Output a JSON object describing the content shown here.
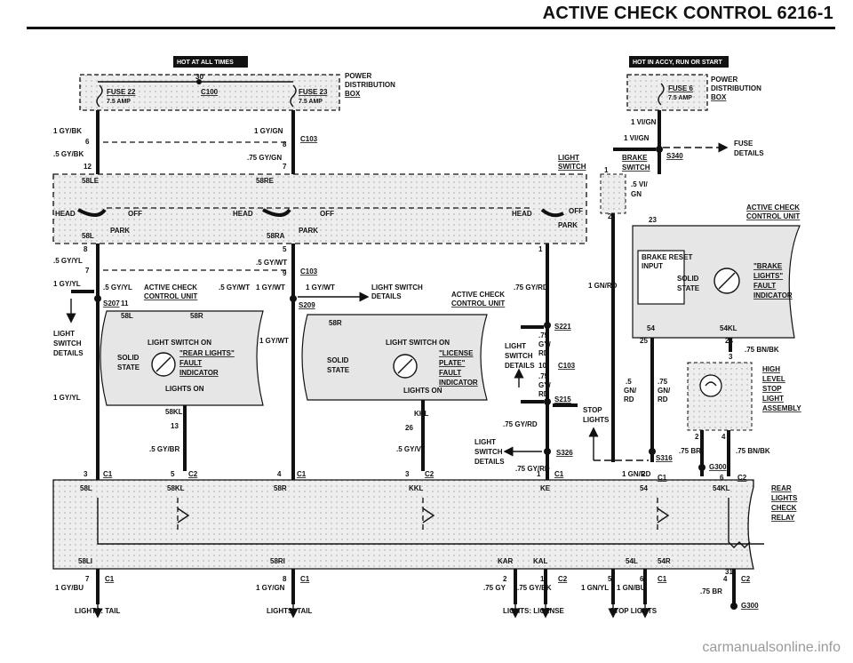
{
  "header": {
    "title": "ACTIVE CHECK CONTROL   6216-1"
  },
  "watermark": "carmanualsonline.info",
  "tags": {
    "hot_all": "HOT AT ALL TIMES",
    "hot_accy": "HOT IN ACCY, RUN OR START"
  },
  "fusebox_left": {
    "pin30": "30",
    "fuse22": "FUSE 22",
    "fuse22_rating": "7.5 AMP",
    "c100": "C100",
    "fuse23": "FUSE 23",
    "fuse23_rating": "7.5 AMP",
    "pdb1": "POWER",
    "pdb2": "DISTRIBUTION",
    "pdb3": "BOX"
  },
  "fusebox_right": {
    "fuse6": "FUSE 6",
    "fuse6_rating": "7.5 AMP",
    "pdb1": "POWER",
    "pdb2": "DISTRIBUTION",
    "pdb3": "BOX"
  },
  "wires": {
    "w1": "1 GY/BK",
    "w2": ".5 GY/BK",
    "w3": "1 GY/GN",
    "w4": ".75 GY/GN",
    "w5": ".5 GY/YL",
    "w6": "1 GY/YL",
    "w7": ".5 GY/YL",
    "w8": ".5 GY/WT",
    "w9": "1 GY/WT",
    "w10": "1 GY/WT",
    "w11": "1 GY/WT",
    "w12": "1 GY/YL",
    "w13": ".5 GY/BR",
    "w14": ".5 GY/VI",
    "w15": ".75 GY/RD",
    "w16": ".75 GY/RD",
    "w17": ".75 GY/RD",
    "w18": "1 VI/GN",
    "w19": "1 VI/GN",
    "w20": ".5 VI/",
    "w21": "GN",
    "w22": "1 GN/RD",
    "w23": "1 GN/RD",
    "w24": ".75 BN/BK",
    "w25": ".75 BN/BK",
    "w26": ".75 BR",
    "w27": ".75 BR",
    "w28": "1 GY/BU",
    "w29": "1 GY/GN",
    "w30": ".75 GY",
    "w31": ".75 GY/BK",
    "w32": "1 GN/YL",
    "w33": "1 GN/BU"
  },
  "pins": {
    "p6": "6",
    "p8": "8",
    "p12": "12",
    "p7": "7",
    "p8b": "8",
    "p5": "5",
    "p7b": "7",
    "p9": "9",
    "p11": "11",
    "p13": "13",
    "p26": "26",
    "p3": "3",
    "p5b": "5",
    "p4": "4",
    "p3b": "3",
    "p1": "1",
    "p2": "2",
    "p23": "23",
    "p25": "25",
    "p24": "24",
    "p3c": "3",
    "p2b": "2",
    "p4b": "4",
    "p6b": "6",
    "p7c": "7",
    "p8c": "8",
    "p2c": "2",
    "p1b": "1",
    "p5c": "5",
    "p6c": "6",
    "p4c": "4",
    "p31": "31",
    "p1c": "1",
    "p2d": "2",
    "p10": "10",
    "p1d": "1"
  },
  "connectors": {
    "c103a": "C103",
    "c103b": "C103",
    "c103c": "C103",
    "s207": "S207",
    "s209": "S209",
    "s221": "S221",
    "s215": "S215",
    "s326": "S326",
    "s316": "S316",
    "s340": "S340",
    "c1a": "C1",
    "c2a": "C2",
    "c1b": "C1",
    "c2b": "C2",
    "c1c": "C1",
    "c1d": "C1",
    "c2c": "C2",
    "c1e": "C1",
    "c1f": "C1",
    "c2d": "C2",
    "c2e": "C2",
    "c1g": "C1",
    "c2f": "C2",
    "g300a": "G300",
    "g300b": "G300"
  },
  "switch": {
    "t58le": "58LE",
    "t58re": "58RE",
    "head_l": "HEAD",
    "off_l": "OFF",
    "head_m": "HEAD",
    "off_m": "OFF",
    "head_r": "HEAD",
    "off_r": "OFF",
    "park_l": "PARK",
    "park_m": "PARK",
    "park_r": "PARK",
    "t58l": "58L",
    "t58ra": "58RA",
    "name1": "LIGHT",
    "name2": "SWITCH"
  },
  "left_module": {
    "acu1": "ACTIVE CHECK",
    "acu2": "CONTROL UNIT",
    "t58l": "58L",
    "t58r": "58R",
    "lson": "LIGHT SWITCH ON",
    "solid": "SOLID",
    "state": "STATE",
    "q1": "\"REAR LIGHTS\"",
    "q2": "FAULT",
    "q3": "INDICATOR",
    "lights_on": "LIGHTS ON",
    "t58kl": "58KL"
  },
  "mid_module": {
    "lsd1": "LIGHT SWITCH",
    "lsd2": "DETAILS",
    "acu1": "ACTIVE CHECK",
    "acu2": "CONTROL UNIT",
    "t58r": "58R",
    "lson": "LIGHT SWITCH ON",
    "solid": "SOLID",
    "state": "STATE",
    "q1": "\"LICENSE",
    "q2": "PLATE\"",
    "q3": "FAULT",
    "q4": "INDICATOR",
    "lights_on": "LIGHTS ON",
    "tkkl": "KKL"
  },
  "side_labels": {
    "lsd1": "LIGHT",
    "lsd2": "SWITCH",
    "lsd3": "DETAILS",
    "ls_mid1": "LIGHT",
    "ls_mid2": "SWITCH",
    "ls_mid3": "DETAILS",
    "ls_r1": "LIGHT",
    "ls_r2": "SWITCH",
    "ls_r3": "DETAILS",
    "gy": "GY/",
    "rd": "RD",
    "gy2": "GY/",
    "rd2": "RD",
    "v75a": ".75",
    "v75b": ".75",
    "stop1": "STOP",
    "stop2": "LIGHTS",
    "fuse_d1": "FUSE",
    "fuse_d2": "DETAILS",
    "brake1": "BRAKE",
    "brake2": "SWITCH",
    "acu_r1": "ACTIVE CHECK",
    "acu_r2": "CONTROL UNIT",
    "brake_reset1": "BRAKE RESET",
    "brake_reset2": "INPUT",
    "solid": "SOLID",
    "state": "STATE",
    "bl1": "\"BRAKE",
    "bl2": "LIGHTS\"",
    "bl3": "FAULT",
    "bl4": "INDICATOR",
    "t54": "54",
    "t54kl": "54KL",
    "g5": ".5",
    "gn": "GN/",
    "rd_r": "RD",
    "g75": ".75",
    "gn2": "GN/",
    "rd_r2": "RD",
    "hl1": "HIGH",
    "hl2": "LEVEL",
    "hl3": "STOP",
    "hl4": "LIGHT",
    "hl5": "ASSEMBLY",
    "rr1": "REAR",
    "rr2": "LIGHTS",
    "rr3": "CHECK",
    "rr4": "RELAY"
  },
  "relay_terms": {
    "r58l": "58L",
    "r58kl": "58KL",
    "r58r": "58R",
    "rkkl": "KKL",
    "rke": "KE",
    "r54": "54",
    "r54kl": "54KL",
    "r58li": "58LI",
    "r58ri": "58RI",
    "rkar": "KAR",
    "rkal": "KAL",
    "r54l": "54L",
    "r54r": "54R"
  },
  "bottom": {
    "b1": "LIGHTS: TAIL",
    "b2": "LIGHTS: TAIL",
    "b3": "LIGHTS: LICENSE",
    "b4": "STOP LIGHTS"
  }
}
